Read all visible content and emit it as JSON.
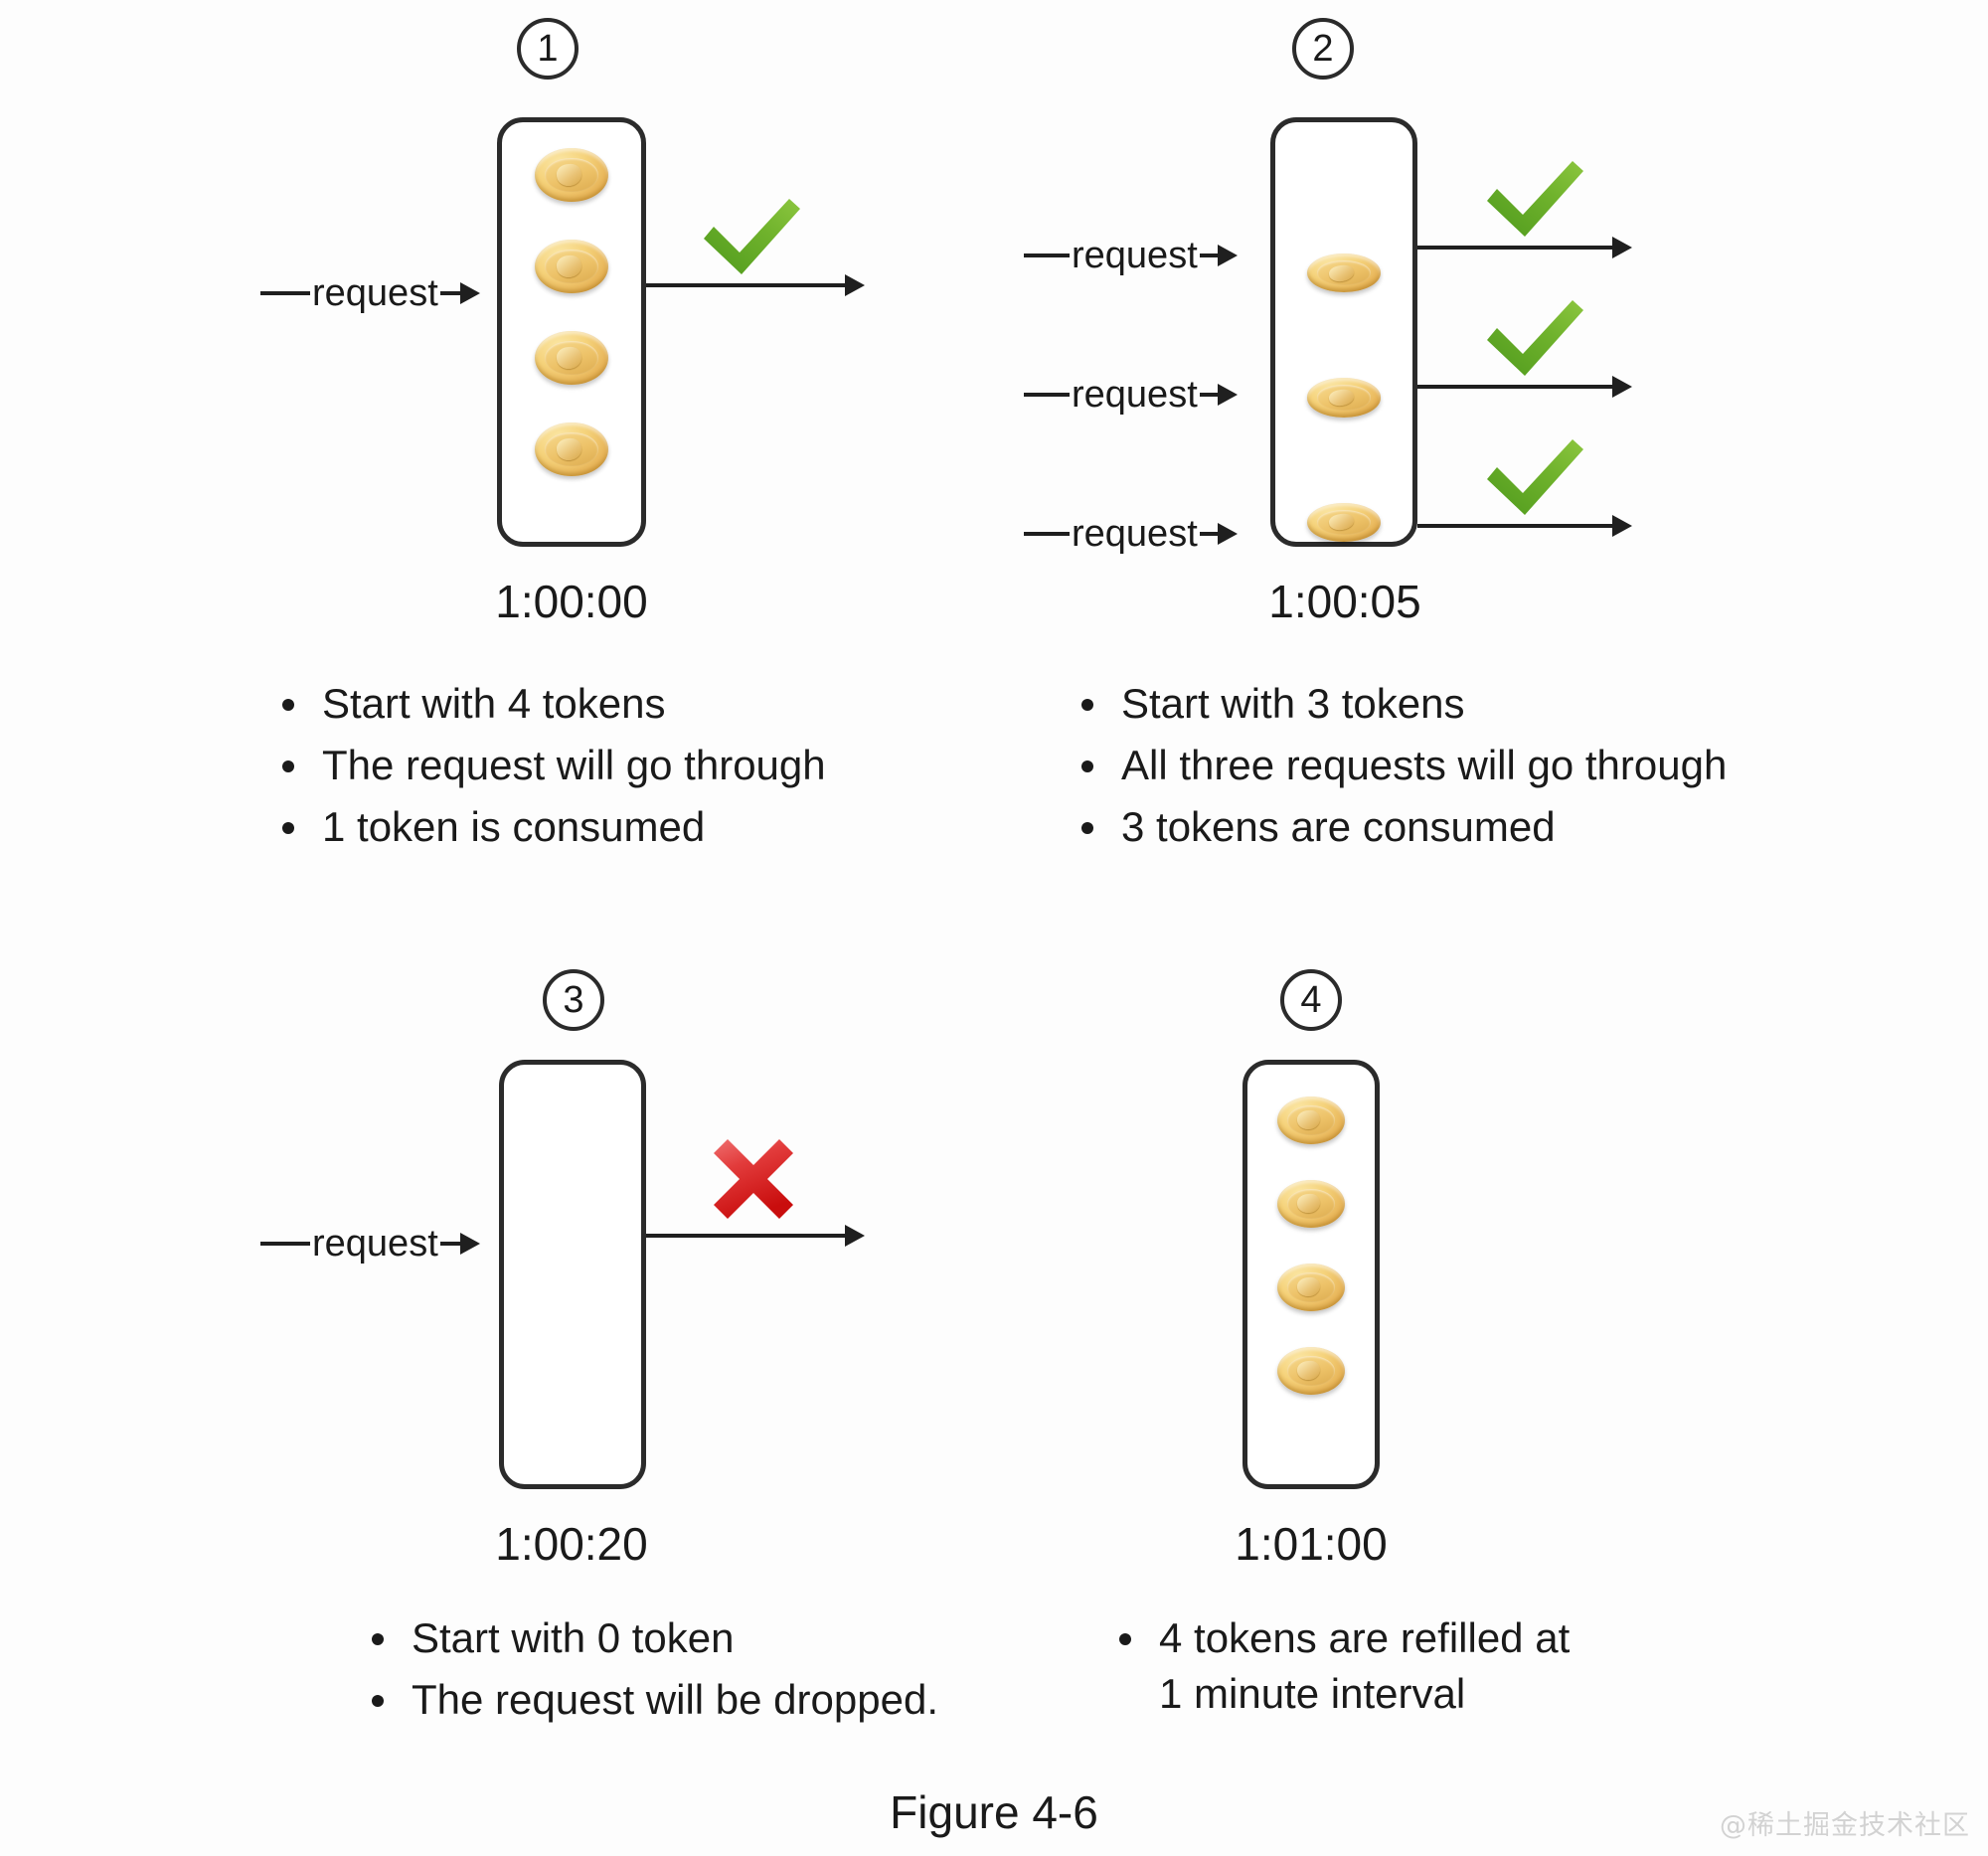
{
  "figure": {
    "caption": "Figure 4-6",
    "watermark": "@稀土掘金技术社区"
  },
  "colors": {
    "stroke": "#1f1f1f",
    "check_green_light": "#8cc63f",
    "check_green_dark": "#4f9a1d",
    "cross_red_light": "#ec4b4b",
    "cross_red_dark": "#cc1111",
    "coin_gold": "#e8be5e",
    "background": "#fdfdfd"
  },
  "panels": [
    {
      "badge": "1",
      "timestamp": "1:00:00",
      "token_count": 4,
      "requests": [
        {
          "label": "request",
          "result": "allowed",
          "result_icon": "check-icon"
        }
      ],
      "bullets": [
        "Start with 4 tokens",
        "The request will go through",
        "1 token is consumed"
      ]
    },
    {
      "badge": "2",
      "timestamp": "1:00:05",
      "token_count": 3,
      "requests": [
        {
          "label": "request",
          "result": "allowed",
          "result_icon": "check-icon"
        },
        {
          "label": "request",
          "result": "allowed",
          "result_icon": "check-icon"
        },
        {
          "label": "request",
          "result": "allowed",
          "result_icon": "check-icon"
        }
      ],
      "bullets": [
        "Start with 3 tokens",
        "All three requests will go through",
        "3 tokens are consumed"
      ]
    },
    {
      "badge": "3",
      "timestamp": "1:00:20",
      "token_count": 0,
      "requests": [
        {
          "label": "request",
          "result": "dropped",
          "result_icon": "cross-icon"
        }
      ],
      "bullets": [
        "Start with 0 token",
        "The request will be dropped."
      ]
    },
    {
      "badge": "4",
      "timestamp": "1:01:00",
      "token_count": 4,
      "requests": [],
      "bullets": [
        "4 tokens are refilled at\n1 minute interval"
      ]
    }
  ]
}
